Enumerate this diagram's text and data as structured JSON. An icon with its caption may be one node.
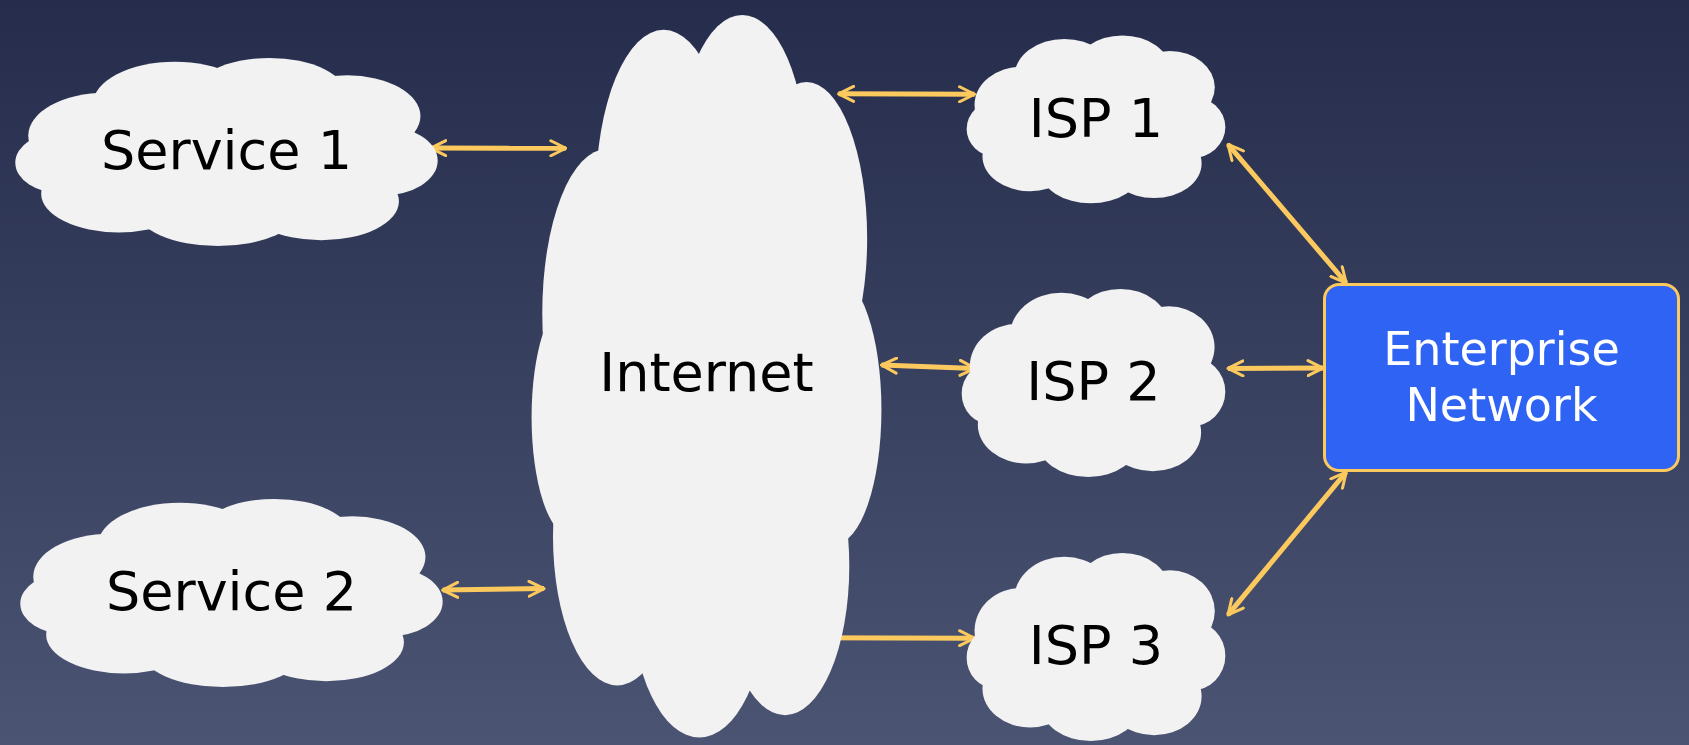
{
  "diagram": {
    "nodes": [
      {
        "text": [
          "Service 1"
        ]
      },
      {
        "text": [
          "Internet"
        ]
      },
      {
        "text": [
          "Service 2"
        ]
      },
      {
        "text": [
          "ISP 1"
        ]
      },
      {
        "text": [
          "ISP 2"
        ]
      },
      {
        "text": [
          "ISP 3"
        ]
      },
      {
        "text": [
          "Enterprise Network"
        ]
      }
    ],
    "edges": [
      {
        "from": 0,
        "to": 1,
        "arrow": "both"
      },
      {
        "from": 2,
        "to": 1,
        "arrow": "both"
      },
      {
        "from": 1,
        "to": 3,
        "arrow": "both"
      },
      {
        "from": 1,
        "to": 4,
        "arrow": "both"
      },
      {
        "from": 1,
        "to": 5,
        "arrow": "both"
      },
      {
        "from": 3,
        "to": 6,
        "arrow": "both"
      },
      {
        "from": 4,
        "to": 6,
        "arrow": "both"
      },
      {
        "from": 5,
        "to": 6,
        "arrow": "both"
      }
    ]
  }
}
